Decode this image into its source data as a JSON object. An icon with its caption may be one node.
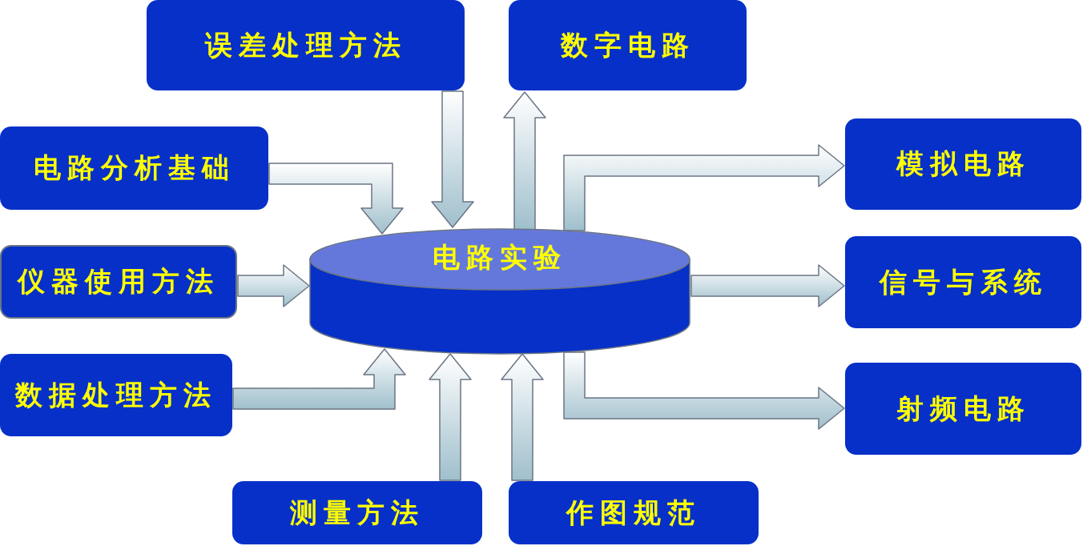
{
  "diagram": {
    "nodes": [
      {
        "text": [
          "误差处理方法"
        ]
      },
      {
        "text": [
          "数字电路"
        ]
      },
      {
        "text": [
          "电路分析基础"
        ]
      },
      {
        "text": [
          "模拟电路"
        ]
      },
      {
        "text": [
          "仪器使用方法"
        ]
      },
      {
        "text": [
          "电路实验"
        ]
      },
      {
        "text": [
          "信号与系统"
        ]
      },
      {
        "text": [
          "数据处理方法"
        ]
      },
      {
        "text": [
          "射频电路"
        ]
      },
      {
        "text": [
          "测量方法"
        ]
      },
      {
        "text": [
          "作图规范"
        ]
      }
    ],
    "edges": [
      {
        "from": 0,
        "to": 5,
        "arrow": "to"
      },
      {
        "from": 5,
        "to": 1,
        "arrow": "to"
      },
      {
        "from": 2,
        "to": 5,
        "arrow": "to"
      },
      {
        "from": 4,
        "to": 5,
        "arrow": "to"
      },
      {
        "from": 7,
        "to": 5,
        "arrow": "to"
      },
      {
        "from": 9,
        "to": 5,
        "arrow": "to"
      },
      {
        "from": 10,
        "to": 5,
        "arrow": "to"
      },
      {
        "from": 5,
        "to": 3,
        "arrow": "to"
      },
      {
        "from": 5,
        "to": 6,
        "arrow": "to"
      },
      {
        "from": 5,
        "to": 8,
        "arrow": "to"
      }
    ]
  }
}
